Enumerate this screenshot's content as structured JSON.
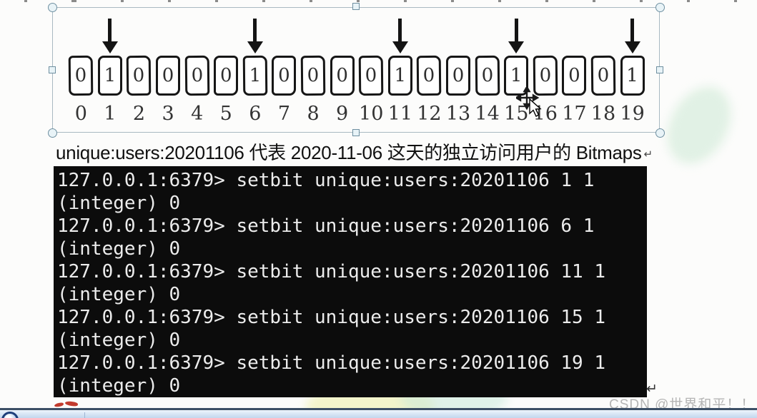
{
  "diagram": {
    "bits": [
      "0",
      "1",
      "0",
      "0",
      "0",
      "0",
      "1",
      "0",
      "0",
      "0",
      "0",
      "1",
      "0",
      "0",
      "0",
      "1",
      "0",
      "0",
      "0",
      "1"
    ],
    "indices": [
      "0",
      "1",
      "2",
      "3",
      "4",
      "5",
      "6",
      "7",
      "8",
      "9",
      "10",
      "11",
      "12",
      "13",
      "14",
      "15",
      "16",
      "17",
      "18",
      "19"
    ],
    "arrow_bit_positions": [
      1,
      6,
      11,
      15,
      19
    ]
  },
  "caption": {
    "text": "unique:users:20201106 代表 2020-11-06 这天的独立访问用户的 Bitmaps",
    "return_mark": "↵"
  },
  "terminal": {
    "lines": [
      "127.0.0.1:6379> setbit unique:users:20201106 1 1",
      "(integer) 0",
      "127.0.0.1:6379> setbit unique:users:20201106 6 1",
      "(integer) 0",
      "127.0.0.1:6379> setbit unique:users:20201106 11 1",
      "(integer) 0",
      "127.0.0.1:6379> setbit unique:users:20201106 15 1",
      "(integer) 0",
      "127.0.0.1:6379> setbit unique:users:20201106 19 1",
      "(integer) 0"
    ],
    "colors": {
      "background": "#0c0c0c",
      "text": "#ececec"
    }
  },
  "after_terminal": {
    "return_mark": "↵"
  },
  "watermark": {
    "text": "CSDN @世界和平！！！",
    "color": "#b5b5b5"
  },
  "selection": {
    "border_color": "#a9b9c2",
    "handle_fill": "#e8f3f7",
    "handle_stroke": "#6e8fa0"
  },
  "taskbar": {
    "border_color": "#3c4f66",
    "background": "#c3d7ee"
  },
  "accents": {
    "arrow_color": "#141414",
    "red_mark_color": "#c23b2e"
  }
}
